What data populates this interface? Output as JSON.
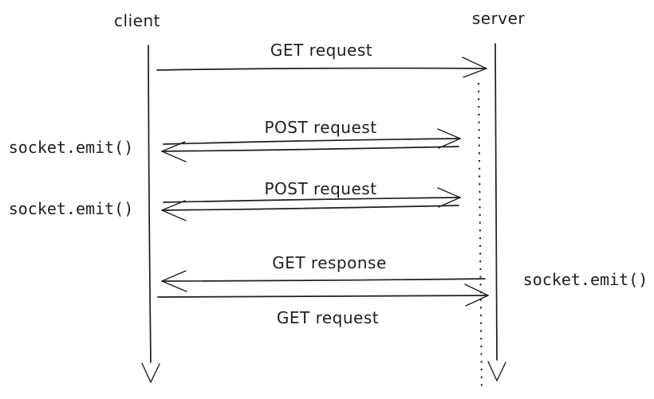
{
  "diagram_type": "sequence-diagram",
  "colors": {
    "stroke": "#1e1e1e",
    "background": "#ffffff"
  },
  "actors": [
    {
      "id": "client",
      "label": "client"
    },
    {
      "id": "server",
      "label": "server"
    }
  ],
  "messages": [
    {
      "label": "GET request",
      "from": "client",
      "to": "server",
      "direction": "right"
    },
    {
      "label": "POST request",
      "from": "client",
      "to": "server",
      "direction": "both",
      "annotation": "socket.emit()",
      "annotation_side": "left"
    },
    {
      "label": "POST request",
      "from": "client",
      "to": "server",
      "direction": "both",
      "annotation": "socket.emit()",
      "annotation_side": "left"
    },
    {
      "label": "GET response",
      "from": "server",
      "to": "client",
      "direction": "left",
      "annotation": "socket.emit()",
      "annotation_side": "right"
    },
    {
      "label": "GET request",
      "from": "client",
      "to": "server",
      "direction": "right"
    }
  ]
}
